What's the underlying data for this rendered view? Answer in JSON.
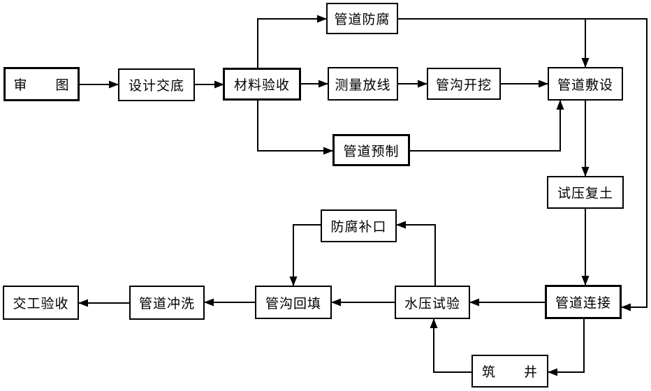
{
  "diagram": {
    "type": "flowchart",
    "background_color": "#ffffff",
    "line_color": "#000000",
    "node_fill": "#ffffff",
    "node_border_color": "#000000",
    "nodes": [
      {
        "id": "shen-tu",
        "label": "审　　图"
      },
      {
        "id": "sheji-jiaodi",
        "label": "设计交底"
      },
      {
        "id": "cailiao-yanshou",
        "label": "材料验收"
      },
      {
        "id": "guandao-fangfu",
        "label": "管道防腐"
      },
      {
        "id": "celiang-fangxian",
        "label": "测量放线"
      },
      {
        "id": "guangou-kaiwa",
        "label": "管沟开挖"
      },
      {
        "id": "guandao-fushe",
        "label": "管道敷设"
      },
      {
        "id": "guandao-yuzhi",
        "label": "管道预制"
      },
      {
        "id": "shiya-futu",
        "label": "试压复土"
      },
      {
        "id": "fangfu-bukou",
        "label": "防腐补口"
      },
      {
        "id": "jiaogong-yanshou",
        "label": "交工验收"
      },
      {
        "id": "guandao-chongxi",
        "label": "管道冲洗"
      },
      {
        "id": "guangou-huitian",
        "label": "管沟回填"
      },
      {
        "id": "shuiya-shiyan",
        "label": "水压试验"
      },
      {
        "id": "guandao-lianjie",
        "label": "管道连接"
      },
      {
        "id": "zhu-jing",
        "label": "筑　　井"
      }
    ],
    "edges": [
      {
        "from": "shen-tu",
        "to": "sheji-jiaodi"
      },
      {
        "from": "sheji-jiaodi",
        "to": "cailiao-yanshou"
      },
      {
        "from": "cailiao-yanshou",
        "to": "celiang-fangxian"
      },
      {
        "from": "cailiao-yanshou",
        "to": "guandao-fangfu"
      },
      {
        "from": "cailiao-yanshou",
        "to": "guandao-yuzhi"
      },
      {
        "from": "celiang-fangxian",
        "to": "guangou-kaiwa"
      },
      {
        "from": "guangou-kaiwa",
        "to": "guandao-fushe"
      },
      {
        "from": "guandao-fangfu",
        "to": "guandao-fushe"
      },
      {
        "from": "guandao-fangfu",
        "to": "guandao-lianjie"
      },
      {
        "from": "guandao-yuzhi",
        "to": "guandao-fushe"
      },
      {
        "from": "guandao-fushe",
        "to": "shiya-futu"
      },
      {
        "from": "shiya-futu",
        "to": "guandao-lianjie"
      },
      {
        "from": "guandao-lianjie",
        "to": "shuiya-shiyan"
      },
      {
        "from": "guandao-lianjie",
        "to": "zhu-jing"
      },
      {
        "from": "zhu-jing",
        "to": "shuiya-shiyan"
      },
      {
        "from": "shuiya-shiyan",
        "to": "fangfu-bukou"
      },
      {
        "from": "fangfu-bukou",
        "to": "guangou-huitian"
      },
      {
        "from": "shuiya-shiyan",
        "to": "guangou-huitian"
      },
      {
        "from": "guangou-huitian",
        "to": "guandao-chongxi"
      },
      {
        "from": "guandao-chongxi",
        "to": "jiaogong-yanshou"
      }
    ]
  }
}
